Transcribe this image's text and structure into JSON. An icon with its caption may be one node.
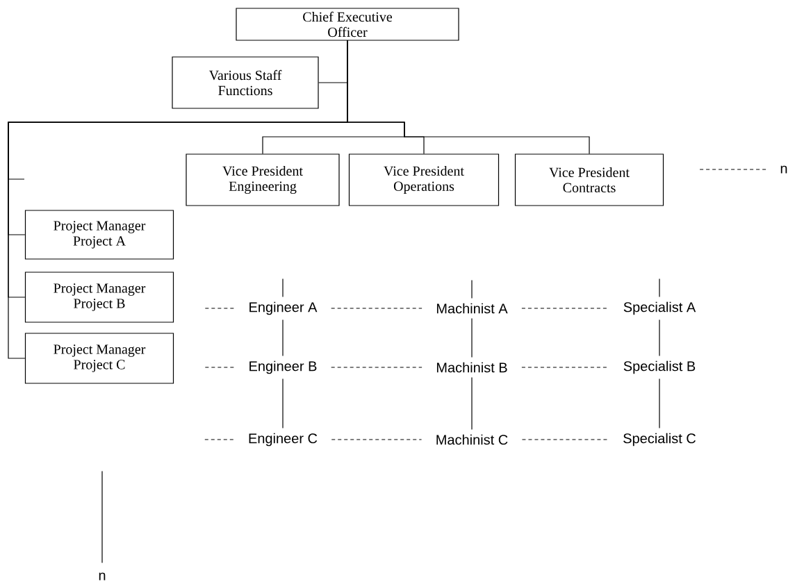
{
  "diagram": {
    "nodes": [
      {
        "text": [
          "Chief Executive Officer"
        ]
      },
      {
        "text": [
          "Various Staff Functions"
        ]
      },
      {
        "text": [
          "Vice President Engineering"
        ]
      },
      {
        "text": [
          "Vice President Operations"
        ]
      },
      {
        "text": [
          "Vice President Contracts"
        ]
      },
      {
        "text": [
          "n"
        ]
      },
      {
        "text": [
          "Project Manager Project A"
        ]
      },
      {
        "text": [
          "Project Manager Project B"
        ]
      },
      {
        "text": [
          "Project Manager Project C"
        ]
      },
      {
        "text": [
          "Engineer A"
        ]
      },
      {
        "text": [
          "Machinist A"
        ]
      },
      {
        "text": [
          "Specialist A"
        ]
      },
      {
        "text": [
          "Engineer B"
        ]
      },
      {
        "text": [
          "Machinist B"
        ]
      },
      {
        "text": [
          "Specialist B"
        ]
      },
      {
        "text": [
          "Engineer C"
        ]
      },
      {
        "text": [
          "Machinist C"
        ]
      },
      {
        "text": [
          "Specialist C"
        ]
      },
      {
        "text": [
          "n"
        ]
      }
    ],
    "edges": [
      {
        "from": 0,
        "to": 1,
        "arrow": "none"
      },
      {
        "from": 0,
        "to": 2,
        "arrow": "none"
      },
      {
        "from": 0,
        "to": 3,
        "arrow": "none"
      },
      {
        "from": 0,
        "to": 4,
        "arrow": "none"
      },
      {
        "from": 0,
        "to": null,
        "arrow": "none"
      },
      {
        "from": 0,
        "to": 6,
        "arrow": "none"
      },
      {
        "from": 0,
        "to": 7,
        "arrow": "none"
      },
      {
        "from": 0,
        "to": 8,
        "arrow": "none"
      },
      {
        "from": 4,
        "to": 5,
        "arrow": "none",
        "style": "dashed"
      },
      {
        "from": null,
        "to": 9,
        "arrow": "none"
      },
      {
        "from": null,
        "to": 10,
        "arrow": "none"
      },
      {
        "from": null,
        "to": 11,
        "arrow": "none"
      },
      {
        "from": null,
        "to": 9,
        "arrow": "none",
        "style": "dashed"
      },
      {
        "from": 9,
        "to": 10,
        "arrow": "none",
        "style": "dashed"
      },
      {
        "from": 10,
        "to": 11,
        "arrow": "none",
        "style": "dashed"
      },
      {
        "from": 9,
        "to": 12,
        "arrow": "none"
      },
      {
        "from": 10,
        "to": 13,
        "arrow": "none"
      },
      {
        "from": 11,
        "to": 14,
        "arrow": "none"
      },
      {
        "from": null,
        "to": 12,
        "arrow": "none",
        "style": "dashed"
      },
      {
        "from": 12,
        "to": 13,
        "arrow": "none",
        "style": "dashed"
      },
      {
        "from": 13,
        "to": 14,
        "arrow": "none",
        "style": "dashed"
      },
      {
        "from": 12,
        "to": 15,
        "arrow": "none"
      },
      {
        "from": 13,
        "to": 16,
        "arrow": "none"
      },
      {
        "from": 14,
        "to": 17,
        "arrow": "none"
      },
      {
        "from": null,
        "to": 15,
        "arrow": "none",
        "style": "dashed"
      },
      {
        "from": 15,
        "to": 16,
        "arrow": "none",
        "style": "dashed"
      },
      {
        "from": 16,
        "to": 17,
        "arrow": "none",
        "style": "dashed"
      },
      {
        "from": null,
        "to": 18,
        "arrow": "none"
      }
    ]
  }
}
